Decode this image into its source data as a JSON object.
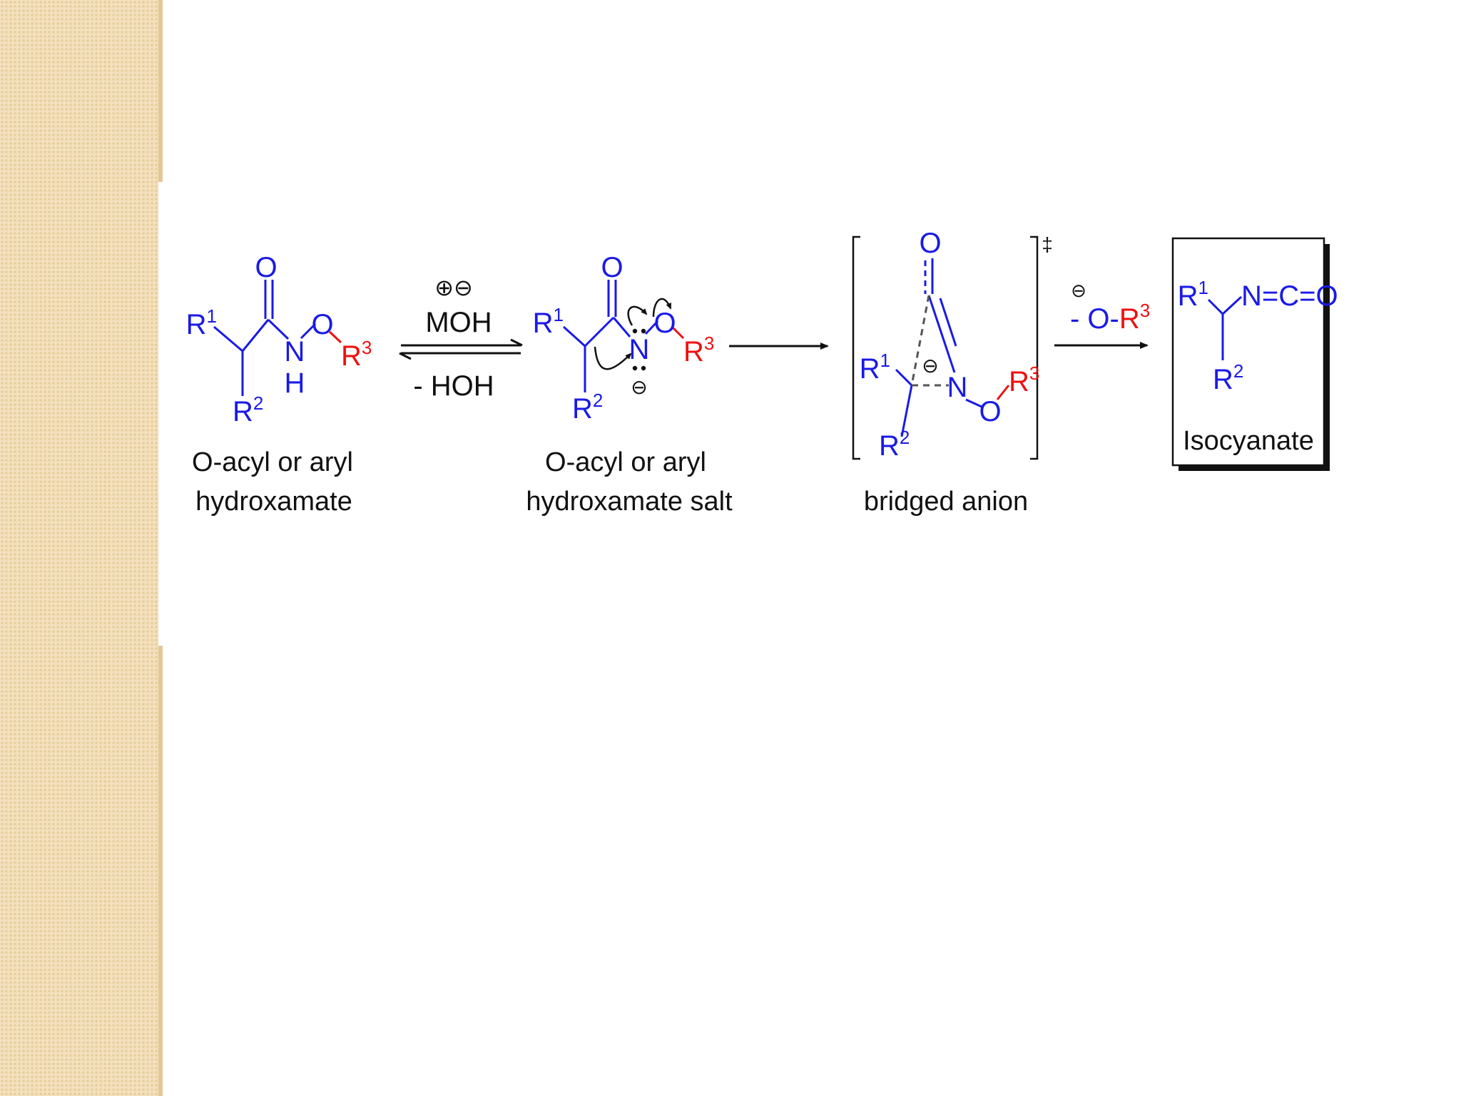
{
  "colors": {
    "backbone": "#1a1ae6",
    "leaving_group": "#ee1111",
    "text": "#111111",
    "side_strip": "#f2dfba"
  },
  "compounds": {
    "start": {
      "label_line1": "O-acyl or aryl",
      "label_line2": "hydroxamate",
      "atoms": {
        "o_carbonyl": "O",
        "r1": "R",
        "r1_sup": "1",
        "n": "N",
        "h": "H",
        "o_link": "O",
        "r3": "R",
        "r3_sup": "3",
        "r2": "R",
        "r2_sup": "2"
      }
    },
    "salt": {
      "label_line1": "O-acyl or aryl",
      "label_line2": "hydroxamate salt",
      "atoms": {
        "o_carbonyl": "O",
        "r1": "R",
        "r1_sup": "1",
        "n": "N",
        "o_link": "O",
        "r3": "R",
        "r3_sup": "3",
        "r2": "R",
        "r2_sup": "2",
        "charge": "⊖"
      }
    },
    "bridged": {
      "label": "bridged anion",
      "dagger": "‡",
      "atoms": {
        "o_top": "O",
        "r1": "R",
        "r1_sup": "1",
        "charge": "⊖",
        "n": "N",
        "o_link": "O",
        "r3": "R",
        "r3_sup": "3",
        "r2": "R",
        "r2_sup": "2"
      }
    },
    "product": {
      "label": "Isocyanate",
      "atoms": {
        "r1": "R",
        "r1_sup": "1",
        "nco": "N=C=O",
        "r2": "R",
        "r2_sup": "2"
      }
    }
  },
  "arrows": {
    "equilibrium": {
      "charges": "⊕⊖",
      "reagent": "MOH",
      "byproduct": "- HOH"
    },
    "step3": {
      "charge": "⊖",
      "leaving_prefix": "- O-",
      "leaving_r": "R",
      "leaving_sup": "3"
    }
  }
}
